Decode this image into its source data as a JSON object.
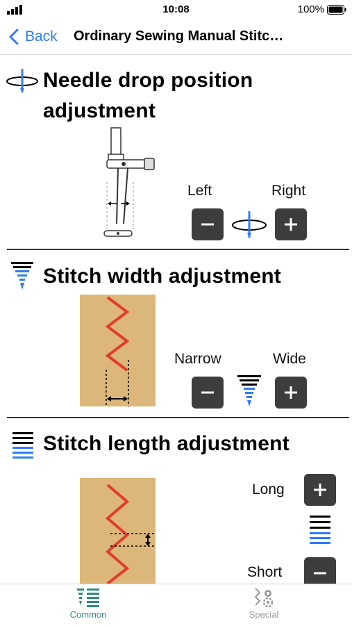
{
  "status": {
    "time": "10:08",
    "battery": "100%"
  },
  "nav": {
    "back_label": "Back",
    "title": "Ordinary Sewing  Manual Stitc…"
  },
  "colors": {
    "accent": "#2f7cf6",
    "button": "#3d3d3d",
    "fabric": "#dcb779",
    "stitch": "#e23b2e",
    "tab_active": "#2f8b7e",
    "tab_inactive": "#9b9b9b"
  },
  "sections": [
    {
      "title_line1": "Needle drop position",
      "title_line2": "adjustment",
      "icon": "needle-position-icon",
      "minus_label": "Left",
      "plus_label": "Right"
    },
    {
      "title": "Stitch width adjustment",
      "icon": "stitch-width-icon",
      "minus_label": "Narrow",
      "plus_label": "Wide"
    },
    {
      "title": "Stitch length adjustment",
      "icon": "stitch-length-icon",
      "plus_label": "Long",
      "minus_label": "Short"
    }
  ],
  "tabs": [
    {
      "label": "Common",
      "icon": "common-tab-icon",
      "active": true
    },
    {
      "label": "Special",
      "icon": "special-tab-icon",
      "active": false
    }
  ]
}
